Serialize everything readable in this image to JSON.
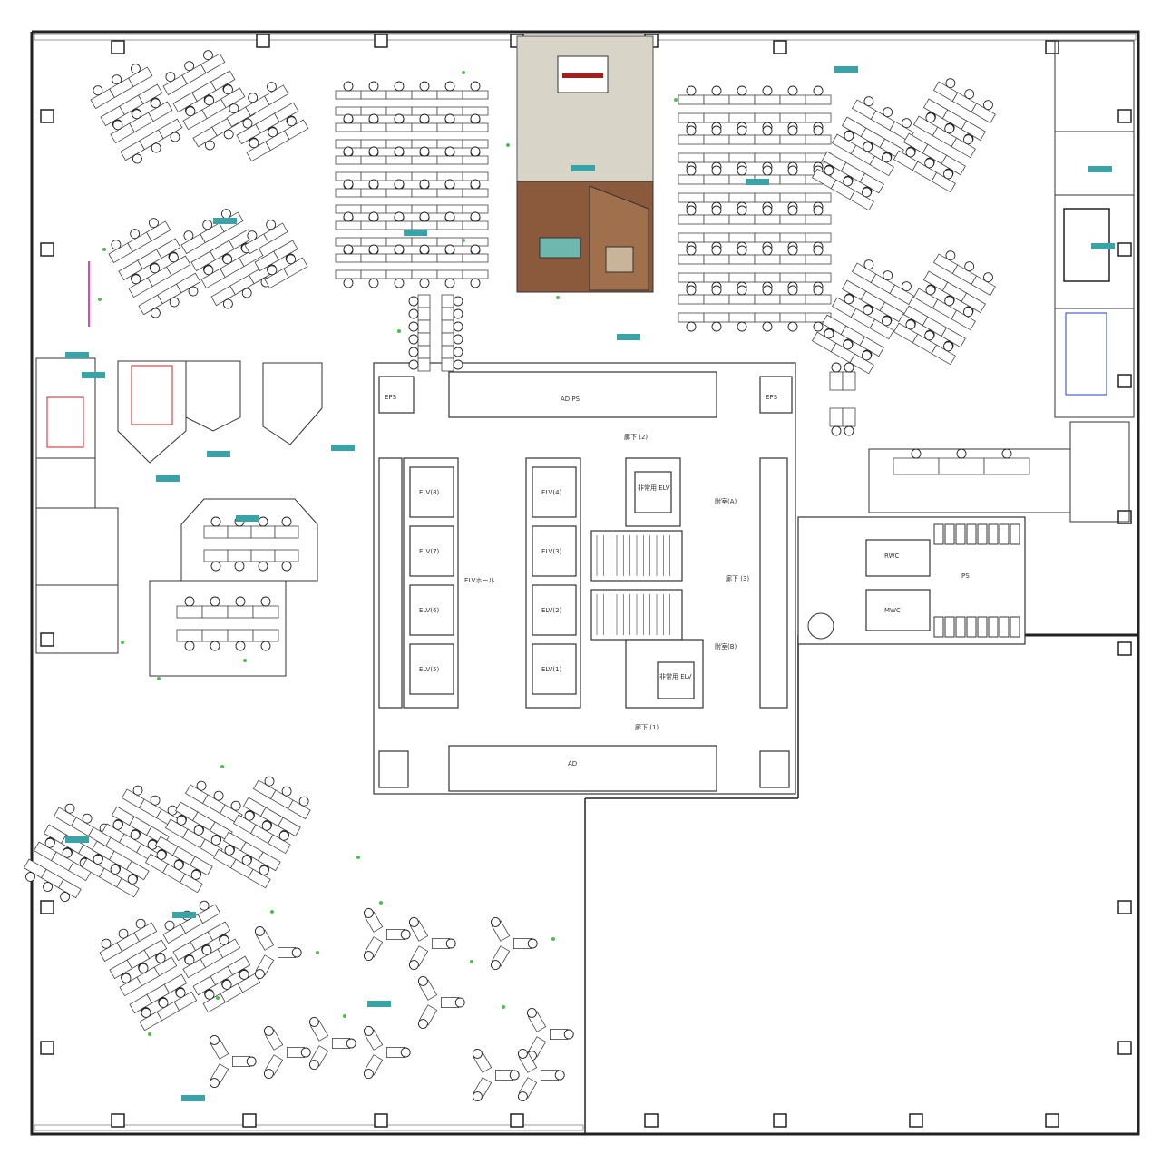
{
  "plan": {
    "labels": {
      "ev_hall": "ELVホール",
      "elv1": "ELV(1)",
      "elv2": "ELV(2)",
      "elv3": "ELV(3)",
      "elv4": "ELV(4)",
      "elv5": "ELV(5)",
      "elv6": "ELV(6)",
      "elv7": "ELV(7)",
      "elv8": "ELV(8)",
      "corridor2": "廊下 (2)",
      "corridor1": "廊下 (1)",
      "corridor3": "廊下 (3)",
      "emergency_elv_top": "非常用 ELV",
      "emergency_elv_bottom": "非常用 ELV",
      "sitting_a": "附室(A)",
      "sitting_b": "附室(B)",
      "eps": "EPS",
      "ad_ps": "AD PS",
      "ad": "AD",
      "ps": "PS",
      "rwc": "RWC",
      "mwc": "MWC"
    },
    "colors": {
      "wall": "#222222",
      "tag": "#3aa3a8",
      "wood": "#8b5a3c",
      "cafe_floor": "#d9d4c8",
      "magenta": "#e040c8",
      "green_path": "#4cc04c",
      "blue_mark": "#2040d0",
      "red_mark": "#d02020"
    }
  }
}
